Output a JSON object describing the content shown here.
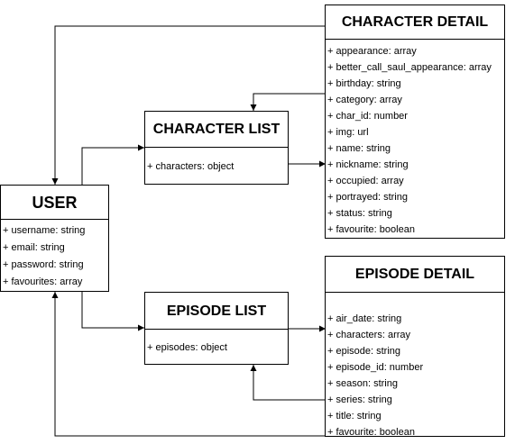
{
  "entities": {
    "character_detail": {
      "title": "CHARACTER DETAIL",
      "attributes": [
        "+ appearance: array",
        "+ better_call_saul_appearance: array",
        "+ birthday: string",
        "+ category: array",
        "+ char_id: number",
        "+ img: url",
        "+ name: string",
        "+ nickname: string",
        "+ occupied: array",
        "+ portrayed: string",
        "+ status: string",
        "+ favourite: boolean"
      ]
    },
    "character_list": {
      "title": "CHARACTER LIST",
      "attributes": [
        "+ characters: object"
      ]
    },
    "user": {
      "title": "USER",
      "attributes": [
        "+ username: string",
        "+ email: string",
        "+ password: string",
        "+ favourites: array"
      ]
    },
    "episode_list": {
      "title": "EPISODE LIST",
      "attributes": [
        "+ episodes: object"
      ]
    },
    "episode_detail": {
      "title": "EPISODE DETAIL",
      "attributes": [
        "+ air_date: string",
        "+ characters: array",
        "+ episode: string",
        "+ episode_id: number",
        "+ season: string",
        "+ series: string",
        "+ title: string",
        "+ favourite: boolean"
      ]
    }
  },
  "colors": {
    "stroke": "#000000",
    "background": "#ffffff"
  }
}
